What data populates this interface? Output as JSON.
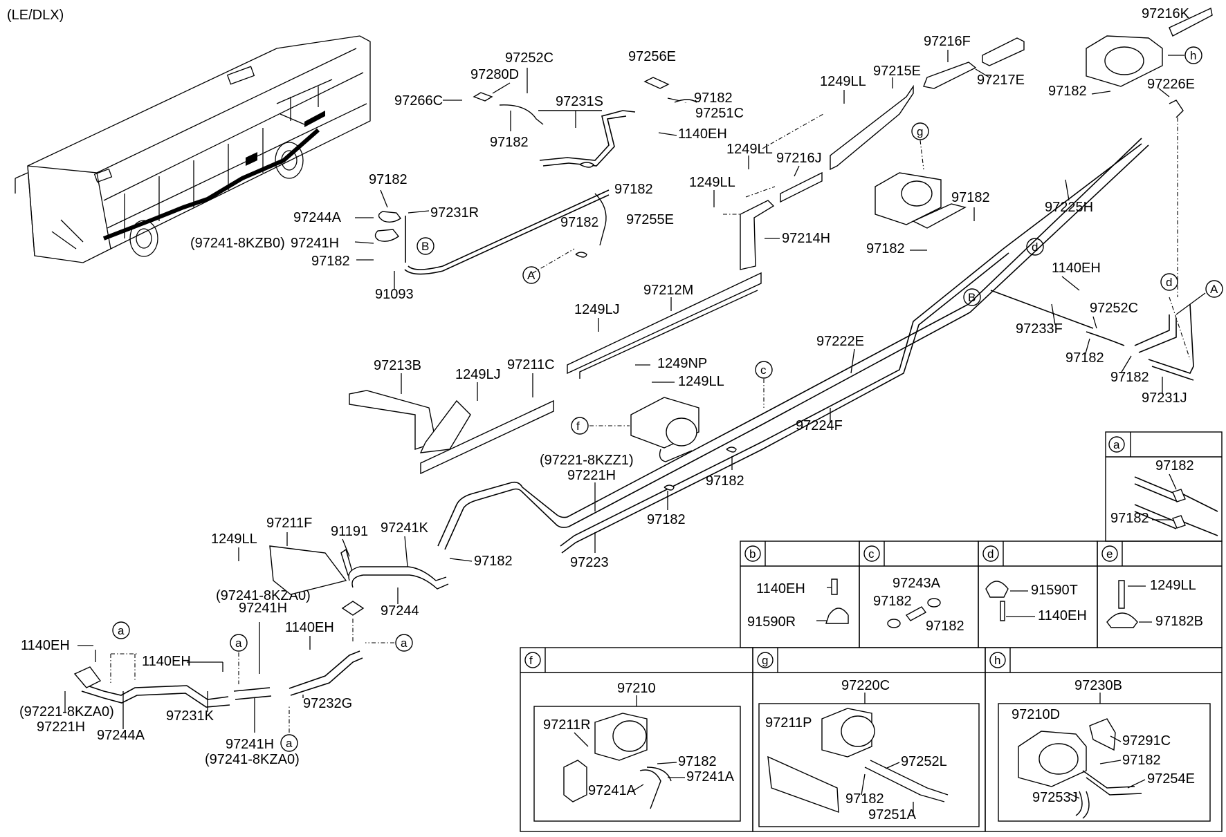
{
  "header": {
    "variant": "(LE/DLX)"
  },
  "labels": {
    "p97216K": "97216K",
    "p97216F": "97216F",
    "p97217E": "97217E",
    "p97215E": "97215E",
    "p1249LL_a": "1249LL",
    "p1249LL_b": "1249LL",
    "p1249LL_c": "1249LL",
    "p1249LL_d": "1249LL",
    "p1249LL_e": "1249LL",
    "p97216J": "97216J",
    "p97214H": "97214H",
    "p97182_r1": "97182",
    "p97226E": "97226E",
    "p97225H": "97225H",
    "p97182_g1": "97182",
    "p97182_g2": "97182",
    "p97252C_a": "97252C",
    "p97280D": "97280D",
    "p97266C": "97266C",
    "p97182_t1": "97182",
    "p97231S": "97231S",
    "p97256E": "97256E",
    "p97182_t2": "97182",
    "p97251C": "97251C",
    "p1140EH_t": "1140EH",
    "p97182_t3": "97182",
    "p97255E": "97255E",
    "p97182_t4": "97182",
    "p97182_l1": "97182",
    "p97244A_a": "97244A",
    "p97231R": "97231R",
    "p97241_8KZB0": "(97241-8KZB0)",
    "p97241H_a": "97241H",
    "p97182_l2": "97182",
    "p91093": "91093",
    "p97212M": "97212M",
    "p1249LJ_a": "1249LJ",
    "p1249LJ_b": "1249LJ",
    "p97213B": "97213B",
    "p97211C": "97211C",
    "p1249NP": "1249NP",
    "p97222E": "97222E",
    "p97224F": "97224F",
    "p97182_m1": "97182",
    "p97182_m2": "97182",
    "p97221_8KZZ1": "(97221-8KZZ1)",
    "p97221H_a": "97221H",
    "p97223": "97223",
    "p97233F": "97233F",
    "p1140EH_r": "1140EH",
    "p97252C_b": "97252C",
    "p97182_r2": "97182",
    "p97182_r3": "97182",
    "p97231J": "97231J",
    "p97211F": "97211F",
    "p91191": "91191",
    "p97241K": "97241K",
    "p97182_m3": "97182",
    "p97244": "97244",
    "p97241_8KZA0_a": "(97241-8KZA0)",
    "p97241H_b": "97241H",
    "p1140EH_b1": "1140EH",
    "p1140EH_b2": "1140EH",
    "p1140EH_b3": "1140EH",
    "p97221_8KZA0": "(97221-8KZA0)",
    "p97221H_b": "97221H",
    "p97244A_b": "97244A",
    "p97231K": "97231K",
    "p97241H_c": "97241H",
    "p97241_8KZA0_b": "(97241-8KZA0)",
    "p97232G": "97232G"
  },
  "callouts": {
    "A": "A",
    "B": "B",
    "a": "a",
    "b": "b",
    "c": "c",
    "d": "d",
    "e": "e",
    "f": "f",
    "g": "g",
    "h": "h"
  },
  "detail_boxes": {
    "a": {
      "label_1": "97182",
      "label_2": "97182"
    },
    "b": {
      "label_1": "1140EH",
      "label_2": "91590R"
    },
    "c": {
      "label_1": "97243A",
      "label_2": "97182",
      "label_3": "97182"
    },
    "d": {
      "label_1": "91590T",
      "label_2": "1140EH"
    },
    "e": {
      "label_1": "1249LL",
      "label_2": "97182B"
    },
    "f": {
      "assembly": "97210",
      "label_1": "97211R",
      "label_2": "97182",
      "label_3": "97241A",
      "label_4": "97241A"
    },
    "g": {
      "assembly": "97220C",
      "label_1": "97211P",
      "label_2": "97252L",
      "label_3": "97182",
      "label_4": "97251A"
    },
    "h": {
      "assembly": "97230B",
      "label_1": "97210D",
      "label_2": "97291C",
      "label_3": "97182",
      "label_4": "97254E",
      "label_5": "97253J"
    }
  }
}
